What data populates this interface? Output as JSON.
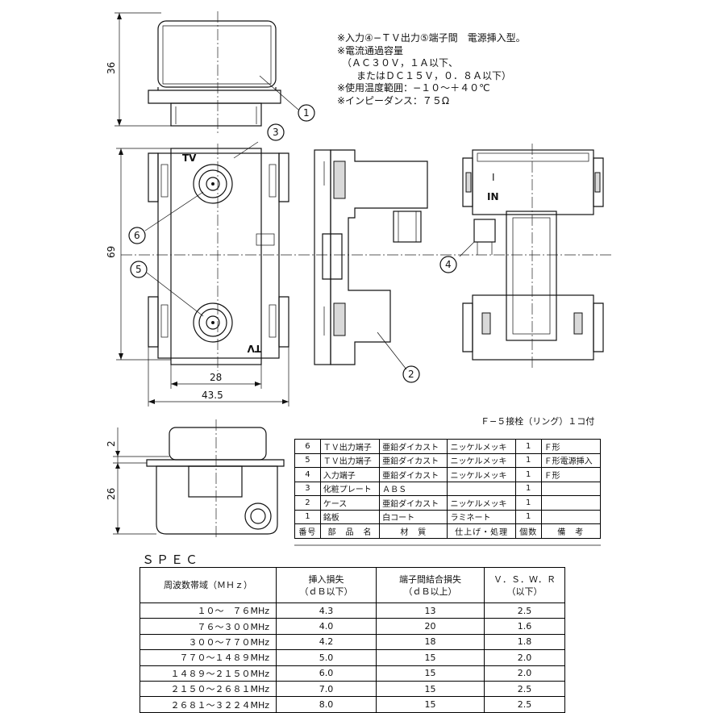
{
  "notes": [
    "※入力④−ＴＶ出力⑤端子間　電源挿入型。",
    "※電流通過容量",
    "　（ＡＣ３０Ｖ，１Ａ以下、",
    "　　またはＤＣ１５Ｖ，０．８Ａ以下）",
    "※使用温度範囲：−１０〜＋４０℃",
    "※インピーダンス：７５Ω"
  ],
  "dimensions": {
    "height_top": "36",
    "height_front": "69",
    "width_inner": "28",
    "width_outer": "43.5",
    "side_small": "2",
    "side_large": "26"
  },
  "callouts": [
    "1",
    "2",
    "3",
    "4",
    "5",
    "6"
  ],
  "labels": {
    "tv_top": "TV",
    "tv_bottom": "TV",
    "in_mark": "I",
    "in_label": "IN"
  },
  "accessory_note": "Ｆ−５接栓（リング）１コ付",
  "parts_table": {
    "rows": [
      [
        "6",
        "ＴＶ出力端子",
        "亜鉛ダイカスト",
        "ニッケルメッキ",
        "1",
        "Ｆ形"
      ],
      [
        "5",
        "ＴＶ出力端子",
        "亜鉛ダイカスト",
        "ニッケルメッキ",
        "1",
        "Ｆ形電源挿入"
      ],
      [
        "4",
        "入力端子",
        "亜鉛ダイカスト",
        "ニッケルメッキ",
        "1",
        "Ｆ形"
      ],
      [
        "3",
        "化粧プレート",
        "ＡＢＳ",
        "",
        "1",
        ""
      ],
      [
        "2",
        "ケース",
        "亜鉛ダイカスト",
        "ニッケルメッキ",
        "1",
        ""
      ],
      [
        "1",
        "銘板",
        "白コート",
        "ラミネート",
        "1",
        ""
      ]
    ],
    "header": [
      "番号",
      "部　品　名",
      "材　質",
      "仕上げ・処理",
      "個数",
      "備　考"
    ]
  },
  "spec_title": "ＳＰＥＣ",
  "spec_table": {
    "header": [
      {
        "l1": "周波数帯域（ＭＨｚ）",
        "l2": ""
      },
      {
        "l1": "挿入損失",
        "l2": "（ｄＢ以下）"
      },
      {
        "l1": "端子間結合損失",
        "l2": "（ｄＢ以上）"
      },
      {
        "l1": "Ｖ．Ｓ．Ｗ．Ｒ",
        "l2": "（以下）"
      }
    ],
    "rows": [
      [
        "１０〜　７６MHz",
        "4.3",
        "13",
        "2.5"
      ],
      [
        "７６〜３００MHz",
        "4.0",
        "20",
        "1.6"
      ],
      [
        "３００〜７７０MHz",
        "4.2",
        "18",
        "1.8"
      ],
      [
        "７７０〜１４８９MHz",
        "5.0",
        "15",
        "2.0"
      ],
      [
        "１４８９〜２１５０MHz",
        "6.0",
        "15",
        "2.0"
      ],
      [
        "２１５０〜２６８１MHz",
        "7.0",
        "15",
        "2.5"
      ],
      [
        "２６８１〜３２２４MHz",
        "8.0",
        "15",
        "2.5"
      ]
    ]
  }
}
